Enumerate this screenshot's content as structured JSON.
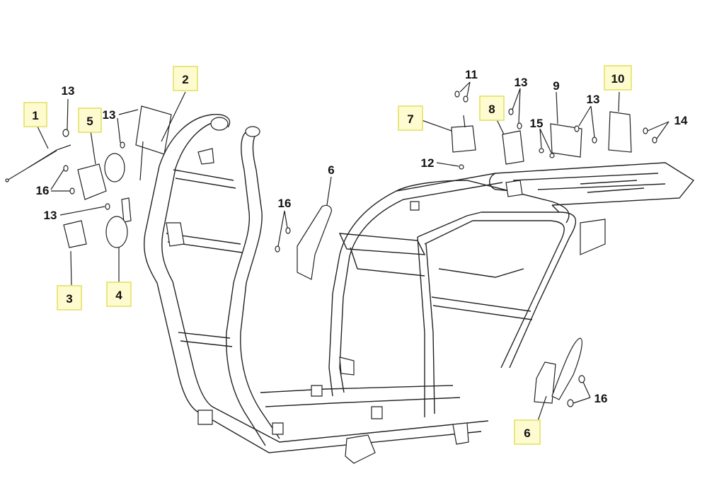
{
  "diagram": {
    "labels": [
      {
        "id": "c1",
        "text": "1",
        "boxed": true
      },
      {
        "id": "c2",
        "text": "2",
        "boxed": true
      },
      {
        "id": "c3",
        "text": "3",
        "boxed": true
      },
      {
        "id": "c4",
        "text": "4",
        "boxed": true
      },
      {
        "id": "c5",
        "text": "5",
        "boxed": true
      },
      {
        "id": "c6a",
        "text": "6",
        "boxed": false
      },
      {
        "id": "c6b",
        "text": "6",
        "boxed": true
      },
      {
        "id": "c7",
        "text": "7",
        "boxed": true
      },
      {
        "id": "c8",
        "text": "8",
        "boxed": true
      },
      {
        "id": "c9",
        "text": "9",
        "boxed": false
      },
      {
        "id": "c10",
        "text": "10",
        "boxed": true
      },
      {
        "id": "c11",
        "text": "11",
        "boxed": false
      },
      {
        "id": "c12",
        "text": "12",
        "boxed": false
      },
      {
        "id": "c13a",
        "text": "13",
        "boxed": false
      },
      {
        "id": "c13b",
        "text": "13",
        "boxed": false
      },
      {
        "id": "c13c",
        "text": "13",
        "boxed": false
      },
      {
        "id": "c13d",
        "text": "13",
        "boxed": false
      },
      {
        "id": "c13e",
        "text": "13",
        "boxed": false
      },
      {
        "id": "c14",
        "text": "14",
        "boxed": false
      },
      {
        "id": "c15",
        "text": "15",
        "boxed": false
      },
      {
        "id": "c16a",
        "text": "16",
        "boxed": false
      },
      {
        "id": "c16b",
        "text": "16",
        "boxed": false
      },
      {
        "id": "c16c",
        "text": "16",
        "boxed": false
      }
    ],
    "highlight_color": "#fffbd0",
    "highlight_border": "#e2e266",
    "line_color": "#222222"
  }
}
